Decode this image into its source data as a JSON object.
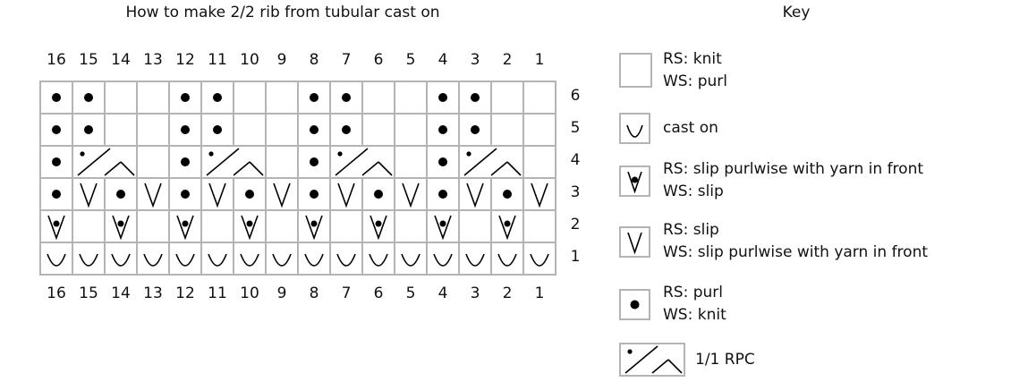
{
  "title": "How to make 2/2 rib from tubular cast on",
  "key_title": "Key",
  "columns": [
    "16",
    "15",
    "14",
    "13",
    "12",
    "11",
    "10",
    "9",
    "8",
    "7",
    "6",
    "5",
    "4",
    "3",
    "2",
    "1"
  ],
  "rows": [
    "6",
    "5",
    "4",
    "3",
    "2",
    "1"
  ],
  "grid": [
    [
      "purl",
      "purl",
      "blank",
      "blank",
      "purl",
      "purl",
      "blank",
      "blank",
      "purl",
      "purl",
      "blank",
      "blank",
      "purl",
      "purl",
      "blank",
      "blank"
    ],
    [
      "purl",
      "purl",
      "blank",
      "blank",
      "purl",
      "purl",
      "blank",
      "blank",
      "purl",
      "purl",
      "blank",
      "blank",
      "purl",
      "purl",
      "blank",
      "blank"
    ],
    [
      "purl",
      "rpc",
      "rpc",
      "blank",
      "purl",
      "rpc",
      "rpc",
      "blank",
      "purl",
      "rpc",
      "rpc",
      "blank",
      "purl",
      "rpc",
      "rpc",
      "blank"
    ],
    [
      "purl",
      "slip",
      "purl",
      "slip",
      "purl",
      "slip",
      "purl",
      "slip",
      "purl",
      "slip",
      "purl",
      "slip",
      "purl",
      "slip",
      "purl",
      "slip"
    ],
    [
      "slip_wyif",
      "blank",
      "slip_wyif",
      "blank",
      "slip_wyif",
      "blank",
      "slip_wyif",
      "blank",
      "slip_wyif",
      "blank",
      "slip_wyif",
      "blank",
      "slip_wyif",
      "blank",
      "slip_wyif",
      "blank"
    ],
    [
      "cast_on",
      "cast_on",
      "cast_on",
      "cast_on",
      "cast_on",
      "cast_on",
      "cast_on",
      "cast_on",
      "cast_on",
      "cast_on",
      "cast_on",
      "cast_on",
      "cast_on",
      "cast_on",
      "cast_on",
      "cast_on"
    ]
  ],
  "key": [
    {
      "symbol": "blank",
      "lines": [
        "RS: knit",
        "WS: purl"
      ]
    },
    {
      "symbol": "cast_on",
      "lines": [
        "cast on"
      ]
    },
    {
      "symbol": "slip_wyif",
      "lines": [
        "RS: slip purlwise with yarn in front",
        "WS: slip"
      ]
    },
    {
      "symbol": "slip",
      "lines": [
        "RS: slip",
        "WS: slip purlwise with yarn in front"
      ]
    },
    {
      "symbol": "purl",
      "lines": [
        "RS: purl",
        "WS: knit"
      ]
    },
    {
      "symbol": "rpc",
      "lines": [
        "1/1 RPC"
      ]
    }
  ]
}
